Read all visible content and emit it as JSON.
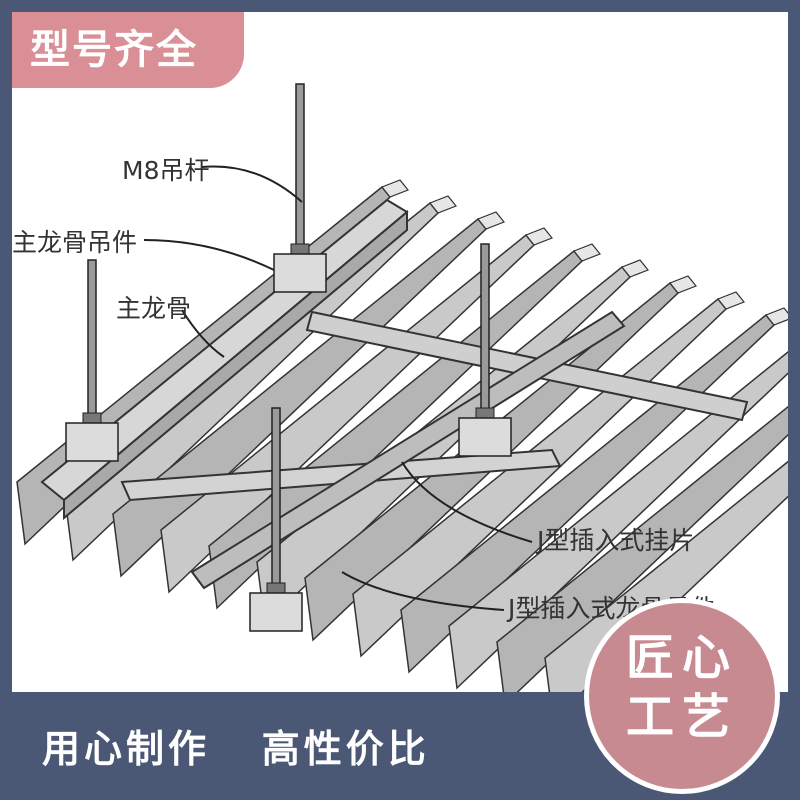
{
  "tag": {
    "text": "型号齐全"
  },
  "labels": {
    "m8_rod": "M8吊杆",
    "main_keel_hanger": "主龙骨吊件",
    "main_keel": "主龙骨",
    "j_clip": "J型插入式挂片",
    "j_keel_hanger": "J型插入式龙骨吊件"
  },
  "badge": {
    "line1": "匠心",
    "line2": "工艺"
  },
  "slogan": {
    "left": "用心制作",
    "right": "高性价比"
  },
  "colors": {
    "bar": "#4a5775",
    "tag": "#d98f95",
    "badge": "#c88a91"
  }
}
